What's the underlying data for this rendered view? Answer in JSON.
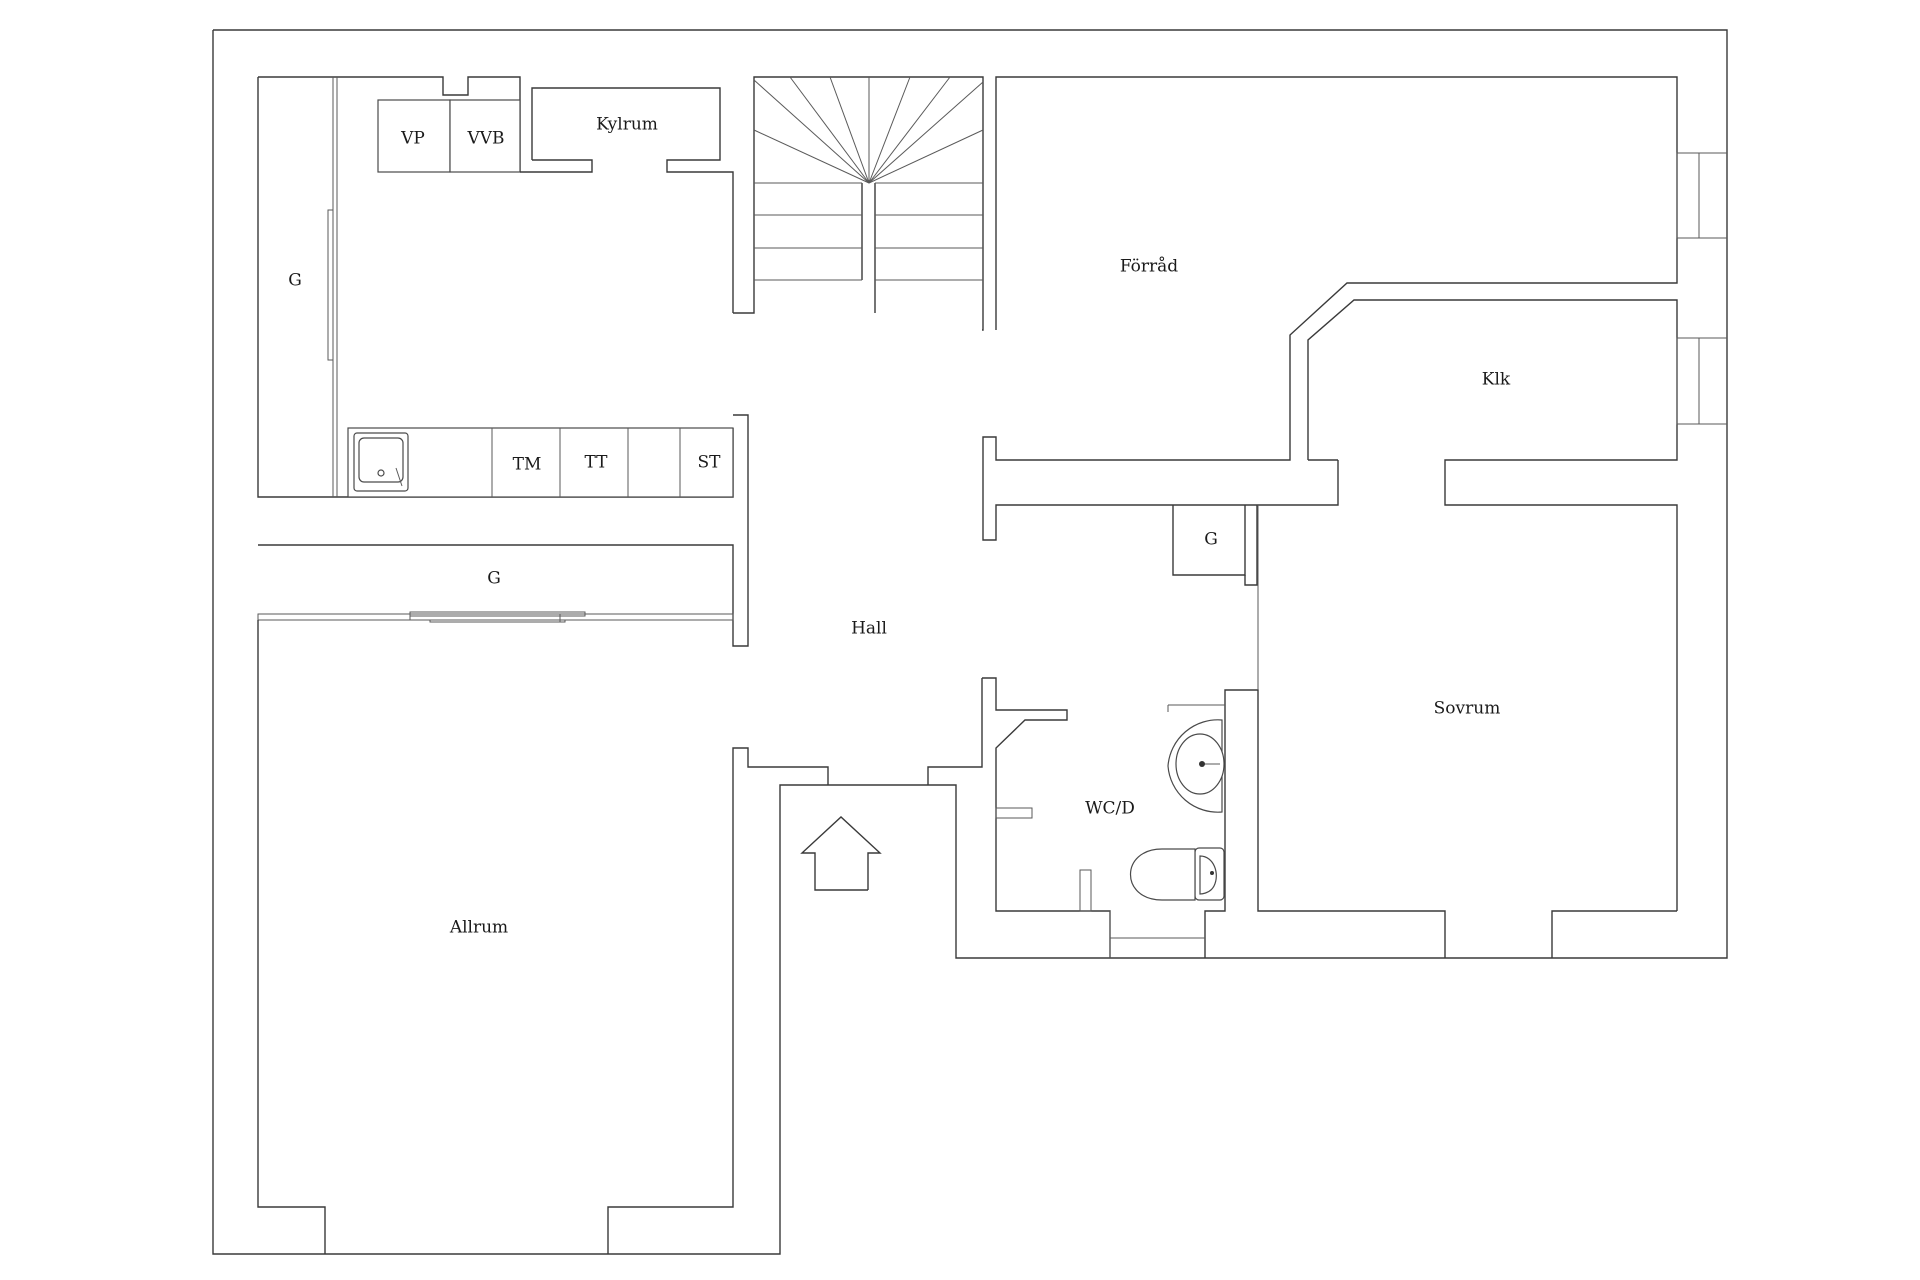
{
  "labels": {
    "vp": "VP",
    "vvb": "VVB",
    "kylrum": "Kylrum",
    "forrad": "Förråd",
    "g_kitchen_wall": "G",
    "klk": "Klk",
    "tm": "TM",
    "tt": "TT",
    "st": "ST",
    "g_hall_closet": "G",
    "g_corridor_closet": "G",
    "hall": "Hall",
    "sovrum": "Sovrum",
    "wc_d": "WC/D",
    "allrum": "Allrum"
  },
  "icons": [
    "kitchen-sink-icon",
    "washbasin-icon",
    "toilet-icon",
    "entrance-arrow-icon",
    "staircase-icon"
  ]
}
